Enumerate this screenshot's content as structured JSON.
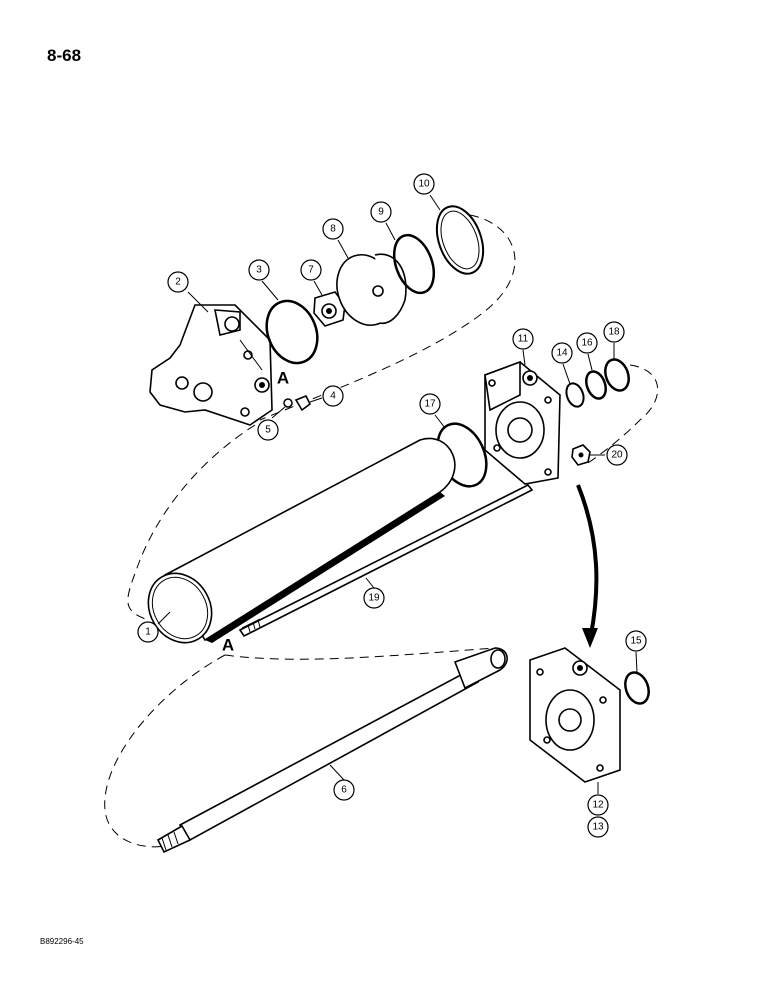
{
  "page": {
    "number": "8-68",
    "figure_code": "B892296-45"
  },
  "diagram": {
    "reference_letter": "A",
    "callouts": [
      "1",
      "2",
      "3",
      "4",
      "5",
      "6",
      "7",
      "8",
      "9",
      "10",
      "11",
      "12",
      "13",
      "14",
      "15",
      "16",
      "17",
      "18",
      "19",
      "20"
    ]
  }
}
